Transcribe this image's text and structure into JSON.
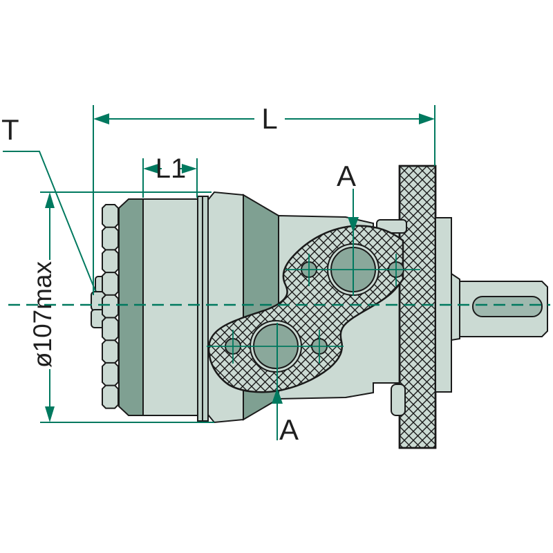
{
  "labels": {
    "overall_length": "L",
    "sub_length": "L1",
    "shaft_end": "T",
    "diameter_max": "ø107max",
    "section_marker_top": "A",
    "section_marker_bottom": "A"
  },
  "colors": {
    "dimension_teal": "#00795f",
    "outline_black": "#1a1a1a",
    "body_light": "#cbdad3",
    "body_mid": "#c0d2ca",
    "body_dark": "#7fa092",
    "port_fill": "#8aa89b",
    "keyway_fill": "#9fb8ae",
    "background": "#ffffff"
  }
}
